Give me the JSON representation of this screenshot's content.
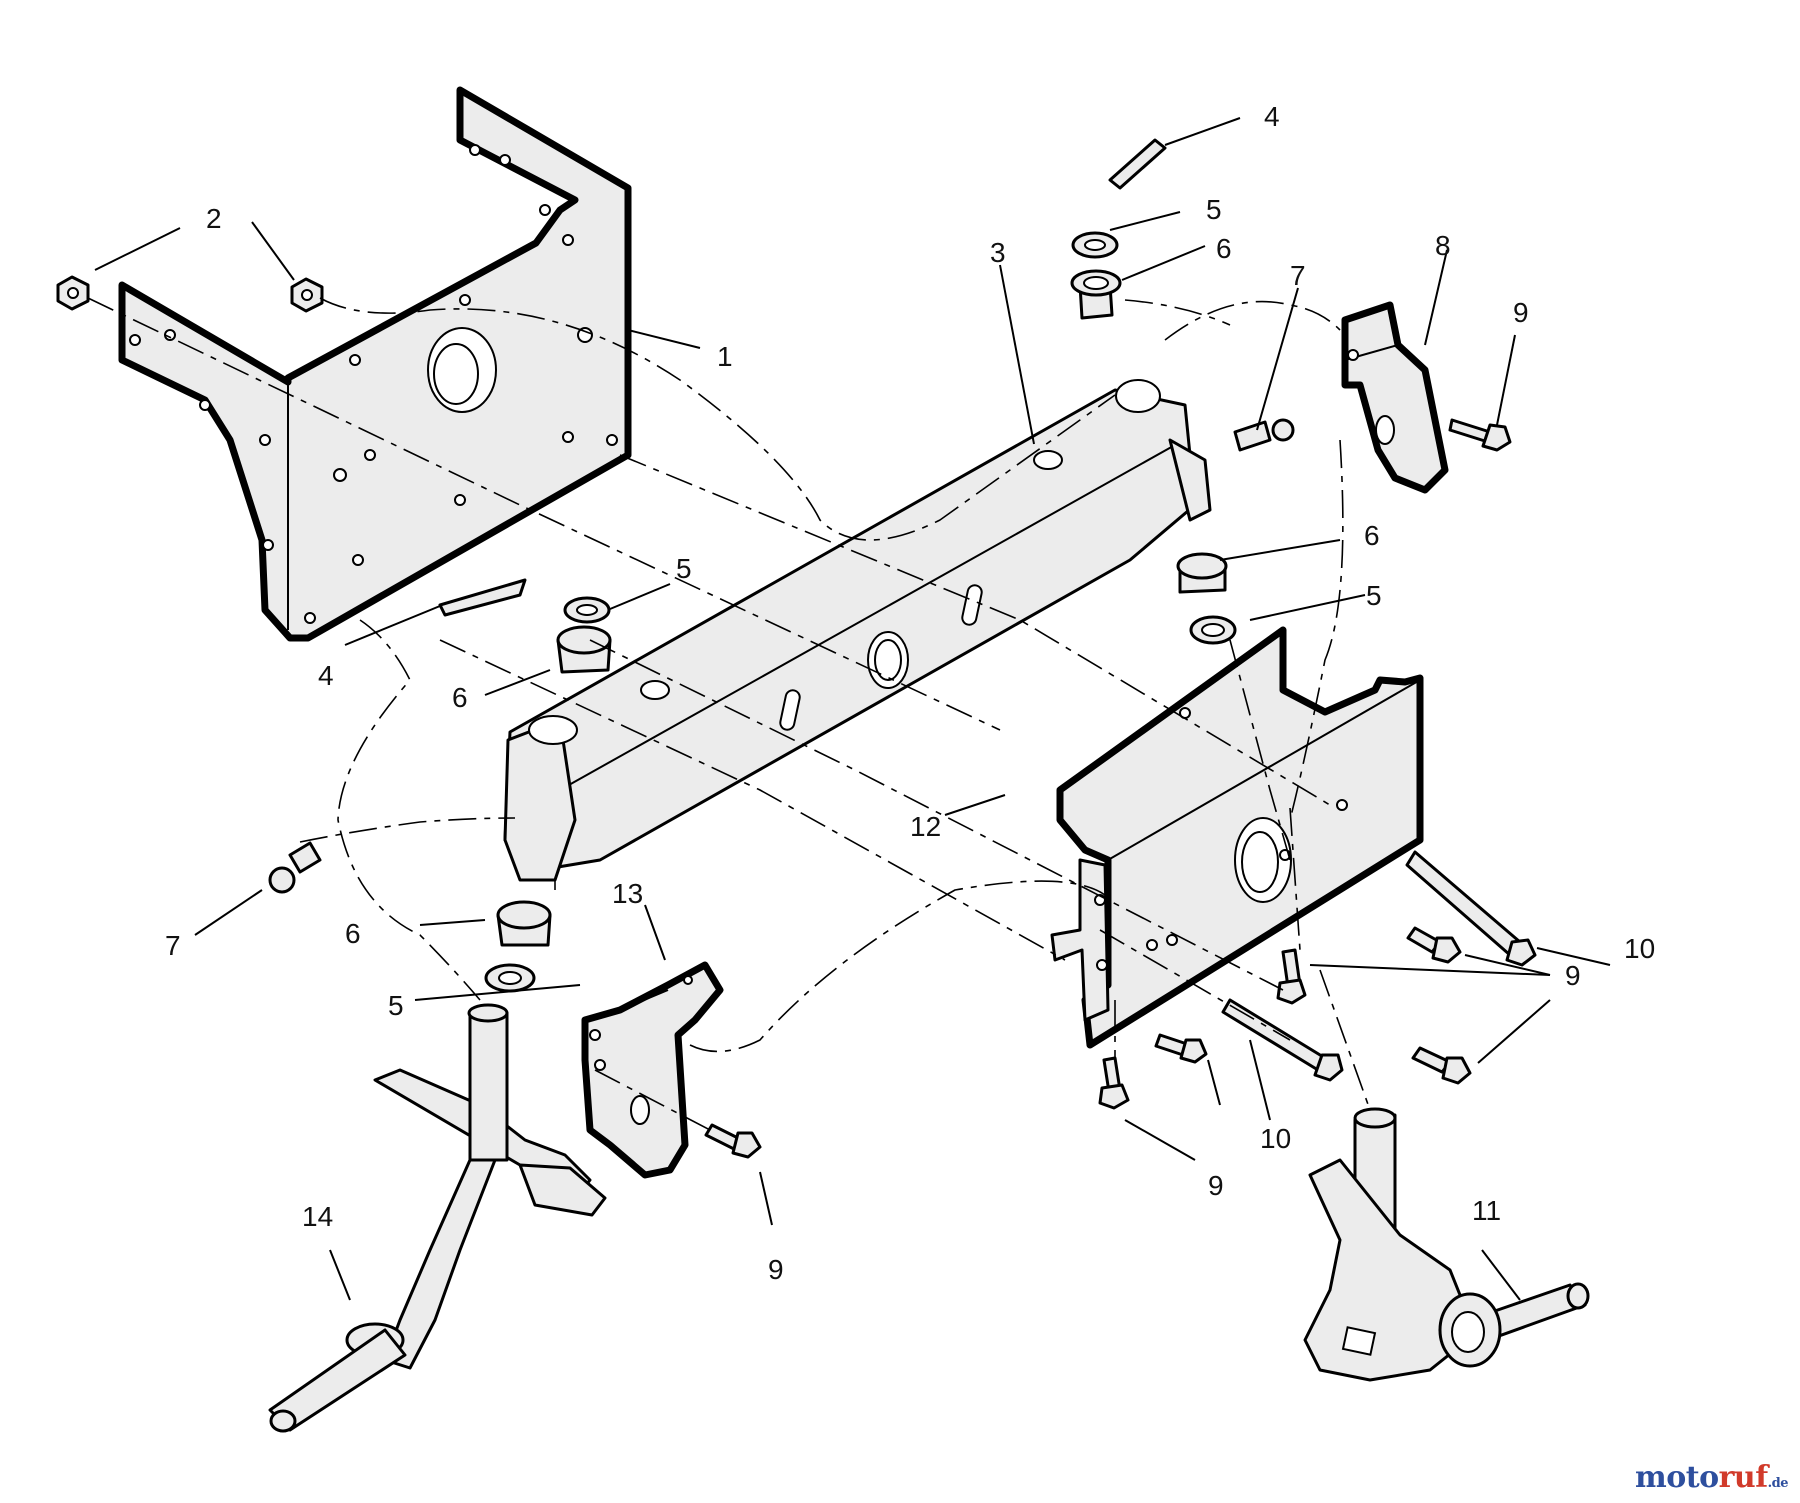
{
  "diagram": {
    "title": "Front axle and frame assembly - exploded parts diagram",
    "callouts": [
      {
        "id": "c1",
        "label": "1"
      },
      {
        "id": "c2",
        "label": "2"
      },
      {
        "id": "c3",
        "label": "3"
      },
      {
        "id": "c4a",
        "label": "4"
      },
      {
        "id": "c4b",
        "label": "4"
      },
      {
        "id": "c5a",
        "label": "5"
      },
      {
        "id": "c5b",
        "label": "5"
      },
      {
        "id": "c5c",
        "label": "5"
      },
      {
        "id": "c5d",
        "label": "5"
      },
      {
        "id": "c6a",
        "label": "6"
      },
      {
        "id": "c6b",
        "label": "6"
      },
      {
        "id": "c6c",
        "label": "6"
      },
      {
        "id": "c6d",
        "label": "6"
      },
      {
        "id": "c7a",
        "label": "7"
      },
      {
        "id": "c7b",
        "label": "7"
      },
      {
        "id": "c8",
        "label": "8"
      },
      {
        "id": "c9a",
        "label": "9"
      },
      {
        "id": "c9b",
        "label": "9"
      },
      {
        "id": "c9c",
        "label": "9"
      },
      {
        "id": "c9d",
        "label": "9"
      },
      {
        "id": "c10a",
        "label": "10"
      },
      {
        "id": "c10b",
        "label": "10"
      },
      {
        "id": "c11",
        "label": "11"
      },
      {
        "id": "c12",
        "label": "12"
      },
      {
        "id": "c13",
        "label": "13"
      },
      {
        "id": "c14",
        "label": "14"
      }
    ]
  },
  "watermark": {
    "part1": "moto",
    "part2": "ruf",
    "tld": ".de"
  },
  "colors": {
    "part_fill": "#ececec",
    "line": "#000000",
    "watermark_blue": "#2e4f9e",
    "watermark_red": "#d13a2a"
  }
}
